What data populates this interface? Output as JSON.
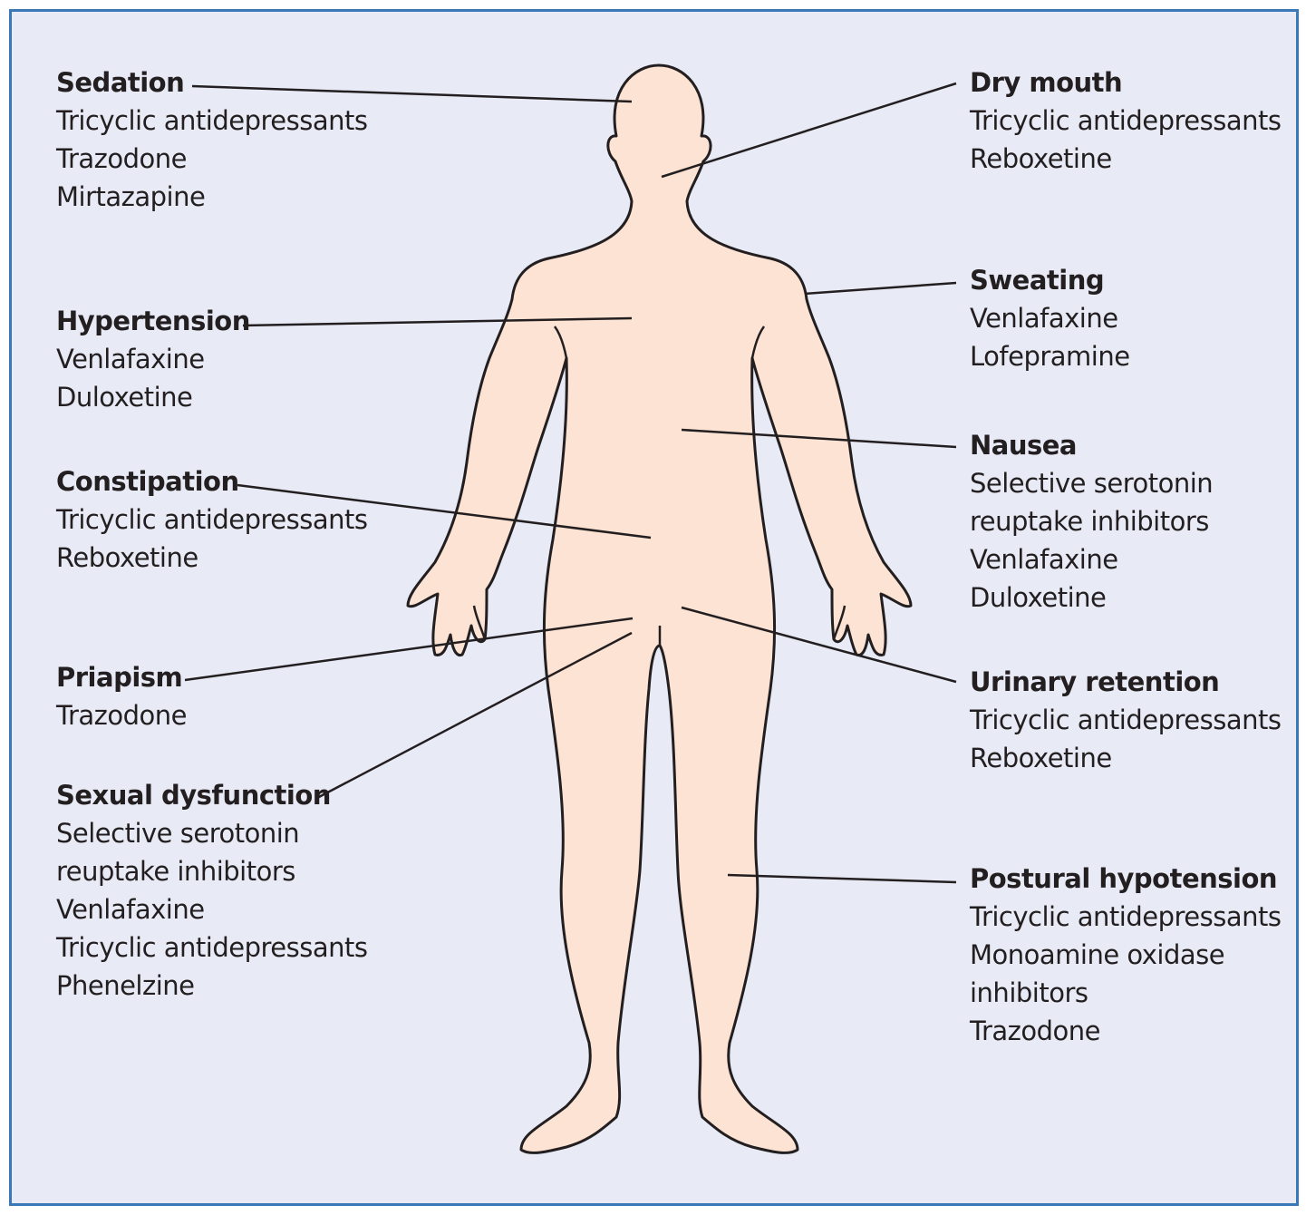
{
  "colors": {
    "border": "#3a78b8",
    "background": "#e8eaf6",
    "body_fill": "#fde3d3",
    "outline": "#231f20",
    "text": "#231f20"
  },
  "side_effects": {
    "sedation": {
      "title": "Sedation",
      "drugs": [
        "Tricyclic antidepressants",
        "Trazodone",
        "Mirtazapine"
      ]
    },
    "hypertension": {
      "title": "Hypertension",
      "drugs": [
        "Venlafaxine",
        "Duloxetine"
      ]
    },
    "constipation": {
      "title": "Constipation",
      "drugs": [
        "Tricyclic antidepressants",
        "Reboxetine"
      ]
    },
    "priapism": {
      "title": "Priapism",
      "drugs": [
        "Trazodone"
      ]
    },
    "sexual_dysfunction": {
      "title": "Sexual dysfunction",
      "drugs": [
        "Selective serotonin",
        "reuptake inhibitors",
        "Venlafaxine",
        "Tricyclic antidepressants",
        "Phenelzine"
      ]
    },
    "dry_mouth": {
      "title": "Dry mouth",
      "drugs": [
        "Tricyclic antidepressants",
        "Reboxetine"
      ]
    },
    "sweating": {
      "title": "Sweating",
      "drugs": [
        "Venlafaxine",
        "Lofepramine"
      ]
    },
    "nausea": {
      "title": "Nausea",
      "drugs": [
        "Selective serotonin",
        "reuptake inhibitors",
        "Venlafaxine",
        "Duloxetine"
      ]
    },
    "urinary_retention": {
      "title": "Urinary retention",
      "drugs": [
        "Tricyclic antidepressants",
        "Reboxetine"
      ]
    },
    "postural_hypotension": {
      "title": "Postural hypotension",
      "drugs": [
        "Tricyclic antidepressants",
        "Monoamine oxidase",
        "inhibitors",
        "Trazodone"
      ]
    }
  }
}
